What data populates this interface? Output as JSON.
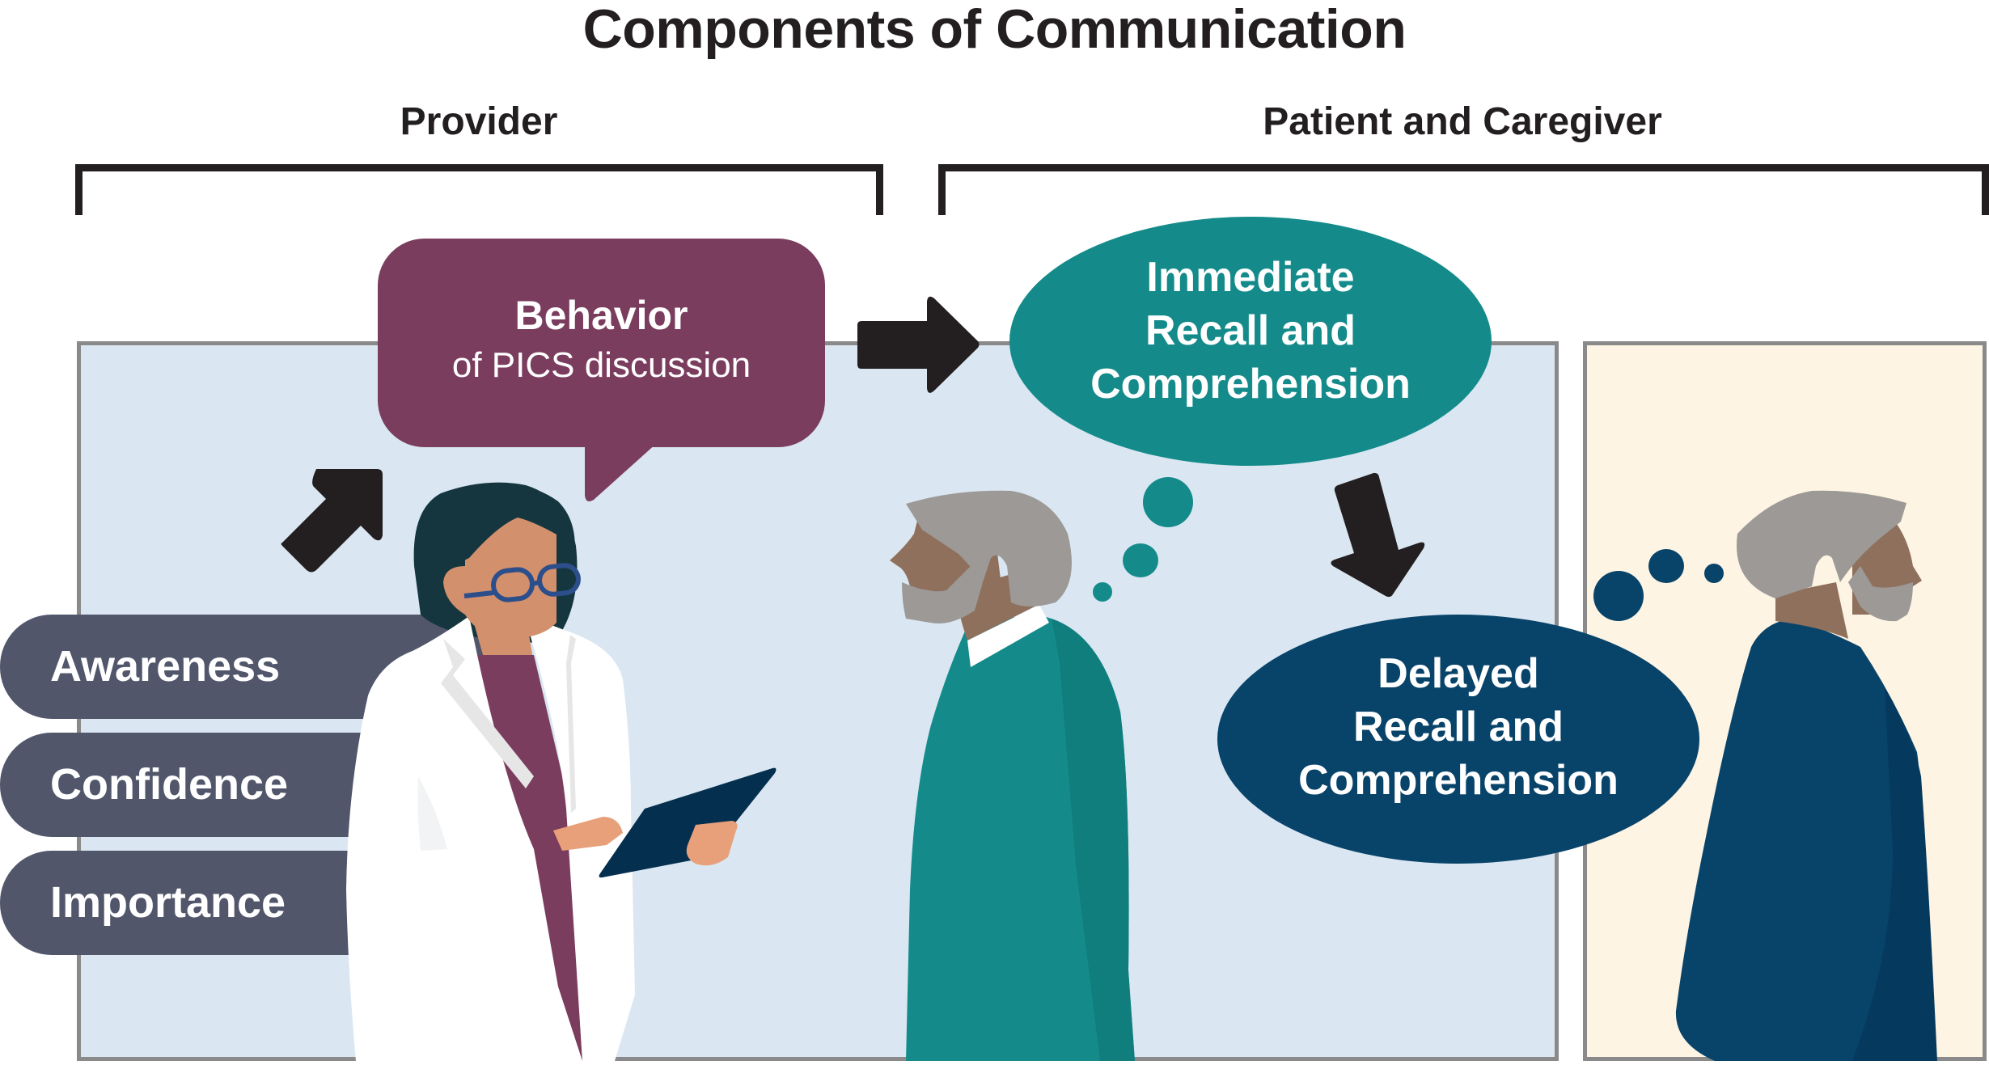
{
  "title": "Components of Communication",
  "sections": {
    "provider": {
      "label": "Provider"
    },
    "patient": {
      "label": "Patient and Caregiver"
    }
  },
  "behavior_bubble": {
    "heading": "Behavior",
    "subheading": "of PICS discussion",
    "color": "#7b3d5e"
  },
  "provider_factors": [
    {
      "label": "Awareness"
    },
    {
      "label": "Confidence"
    },
    {
      "label": "Importance"
    }
  ],
  "immediate": {
    "lines": [
      "Immediate",
      "Recall and",
      "Comprehension"
    ],
    "color": "#148b8a"
  },
  "delayed": {
    "lines": [
      "Delayed",
      "Recall and",
      "Comprehension"
    ],
    "color": "#08436a"
  },
  "colors": {
    "clinic_panel": "#dae7f2",
    "home_panel": "#fdf4e3",
    "factor_pill": "#51566b",
    "arrow": "#231f20"
  }
}
